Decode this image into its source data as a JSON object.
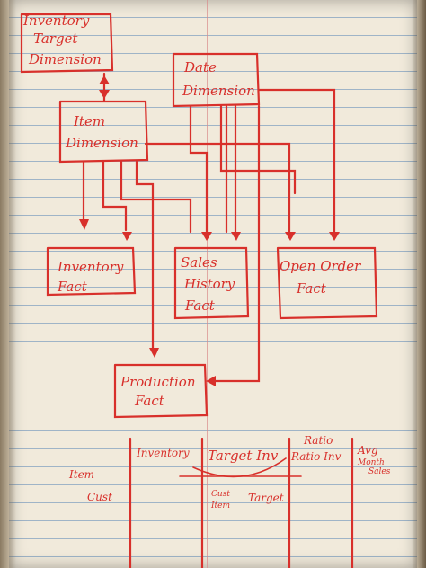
{
  "entities": {
    "inventory_target_dimension": [
      "Inventory",
      "Target",
      "Dimension"
    ],
    "date_dimension": [
      "Date",
      "Dimension"
    ],
    "item_dimension": [
      "Item",
      "Dimension"
    ],
    "inventory_fact": [
      "Inventory",
      "Fact"
    ],
    "sales_history_fact": [
      "Sales",
      "History",
      "Fact"
    ],
    "open_order_fact": [
      "Open Order",
      "Fact"
    ],
    "production_fact": [
      "Production",
      "Fact"
    ]
  },
  "table": {
    "columns": [
      "Inventory",
      "Target Inv",
      "Ratio",
      "Avg",
      "Month",
      "Sales"
    ],
    "ratio_sub": "Ratio Inv",
    "rows": [
      "Item",
      "Cust"
    ],
    "cust_cell": [
      "Cust",
      "Item",
      "Target"
    ]
  },
  "colors": {
    "ink": "#d8302b",
    "paper": "#f1eadb",
    "rule": "#9fb4c7"
  }
}
